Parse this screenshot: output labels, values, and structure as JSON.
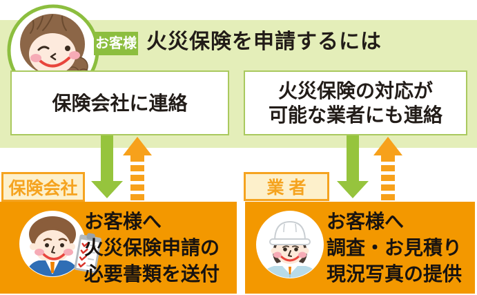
{
  "colors": {
    "band": "#e4eeb9",
    "green": "#8cbe3f",
    "arrow-green": "#96c43d",
    "box-border": "#a9c95e",
    "orange": "#f39800",
    "arrow-orange": "#f7a11b",
    "label-bg": "#fdf0cb",
    "label-orange": "#f5a31f",
    "ink": "#221c18"
  },
  "header": {
    "customer_label": "お客様",
    "title": "火災保険を申請するには"
  },
  "actions": {
    "insurance": "保険会社に連絡",
    "contractor_line1": "火災保険の対応が",
    "contractor_line2": "可能な業者にも連絡"
  },
  "actors": {
    "insurance": "保険会社",
    "contractor": "業 者"
  },
  "results": {
    "insurance": {
      "line1": "お客様へ",
      "line2": "火災保険申請の",
      "line3": "必要書類を送付"
    },
    "contractor": {
      "line1": "お客様へ",
      "line2": "調査・お見積り",
      "line3": "現況写真の提供"
    }
  },
  "icons": {
    "customer": "woman-avatar-icon",
    "insurance": "businessman-clipboard-avatar-icon",
    "contractor": "construction-worker-avatar-icon",
    "downward": "solid-down-arrow-icon",
    "upward": "dashed-up-arrow-icon"
  }
}
